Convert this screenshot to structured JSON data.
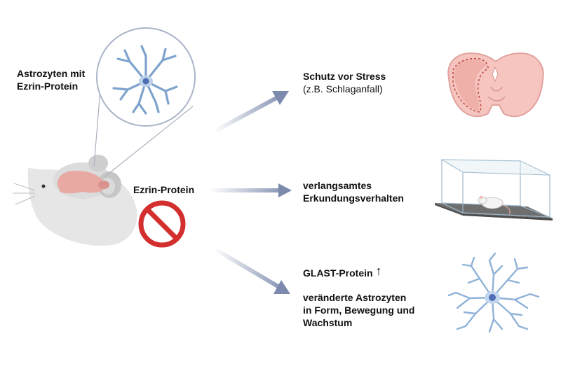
{
  "labels": {
    "astro_title_1": "Astrozyten mit",
    "astro_title_2": "Ezrin-Protein",
    "ezrin_protein": "Ezrin-Protein",
    "stress_title": "Schutz vor Stress",
    "stress_example": "(z.B. Schlaganfall)",
    "explore_1": "verlangsamtes",
    "explore_2": "Erkundungsverhalten",
    "glast": "GLAST-Protein",
    "glast_arrow": "↑",
    "astro_change_1": "veränderte Astrozyten",
    "astro_change_2": "in Form, Bewegung und",
    "astro_change_3": "Wachstum"
  },
  "colors": {
    "arrow": "#7c8aad",
    "prohibit": "#d32f2f",
    "astrocyte": "#7ea3cc",
    "nucleus": "#4e6fb5",
    "brain": "#f3b8b3",
    "mouse": "#e6e6e6"
  }
}
